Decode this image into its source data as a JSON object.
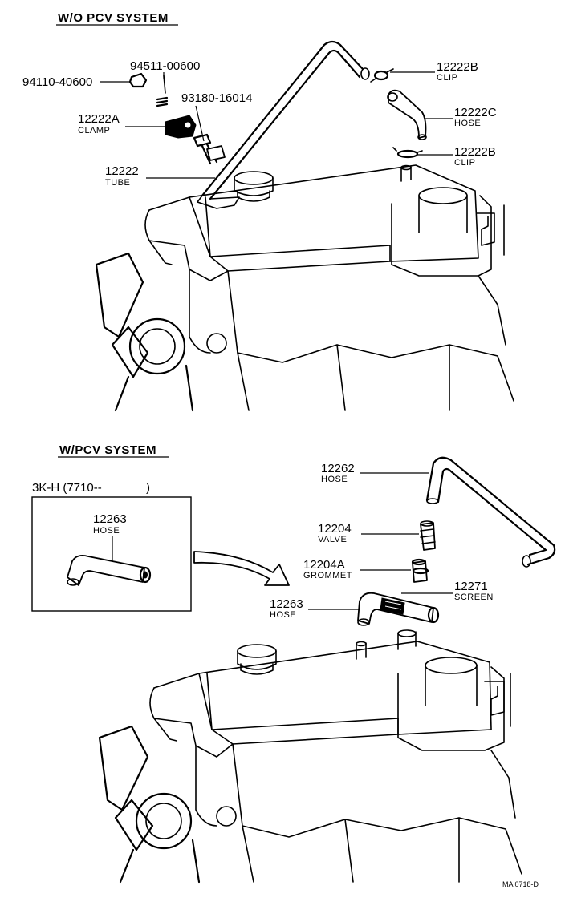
{
  "sections": {
    "top": {
      "title": "W/O PCV SYSTEM"
    },
    "bottom": {
      "title": "W/PCV SYSTEM"
    }
  },
  "inset": {
    "title": "3K-H (7710--",
    "title_close": ")",
    "part": {
      "number": "12263",
      "name": "HOSE"
    }
  },
  "callouts": {
    "p94511": {
      "number": "94511-00600"
    },
    "p94110": {
      "number": "94110-40600"
    },
    "p93180": {
      "number": "93180-16014"
    },
    "p12222A": {
      "number": "12222A",
      "name": "CLAMP"
    },
    "p12222": {
      "number": "12222",
      "name": "TUBE"
    },
    "p12222B_top": {
      "number": "12222B",
      "name": "CLIP"
    },
    "p12222C": {
      "number": "12222C",
      "name": "HOSE"
    },
    "p12222B_mid": {
      "number": "12222B",
      "name": "CLIP"
    },
    "p12262": {
      "number": "12262",
      "name": "HOSE"
    },
    "p12204": {
      "number": "12204",
      "name": "VALVE"
    },
    "p12204A": {
      "number": "12204A",
      "name": "GROMMET"
    },
    "p12271": {
      "number": "12271",
      "name": "SCREEN"
    },
    "p12263": {
      "number": "12263",
      "name": "HOSE"
    }
  },
  "footer": {
    "code": "MA 0718-D"
  }
}
